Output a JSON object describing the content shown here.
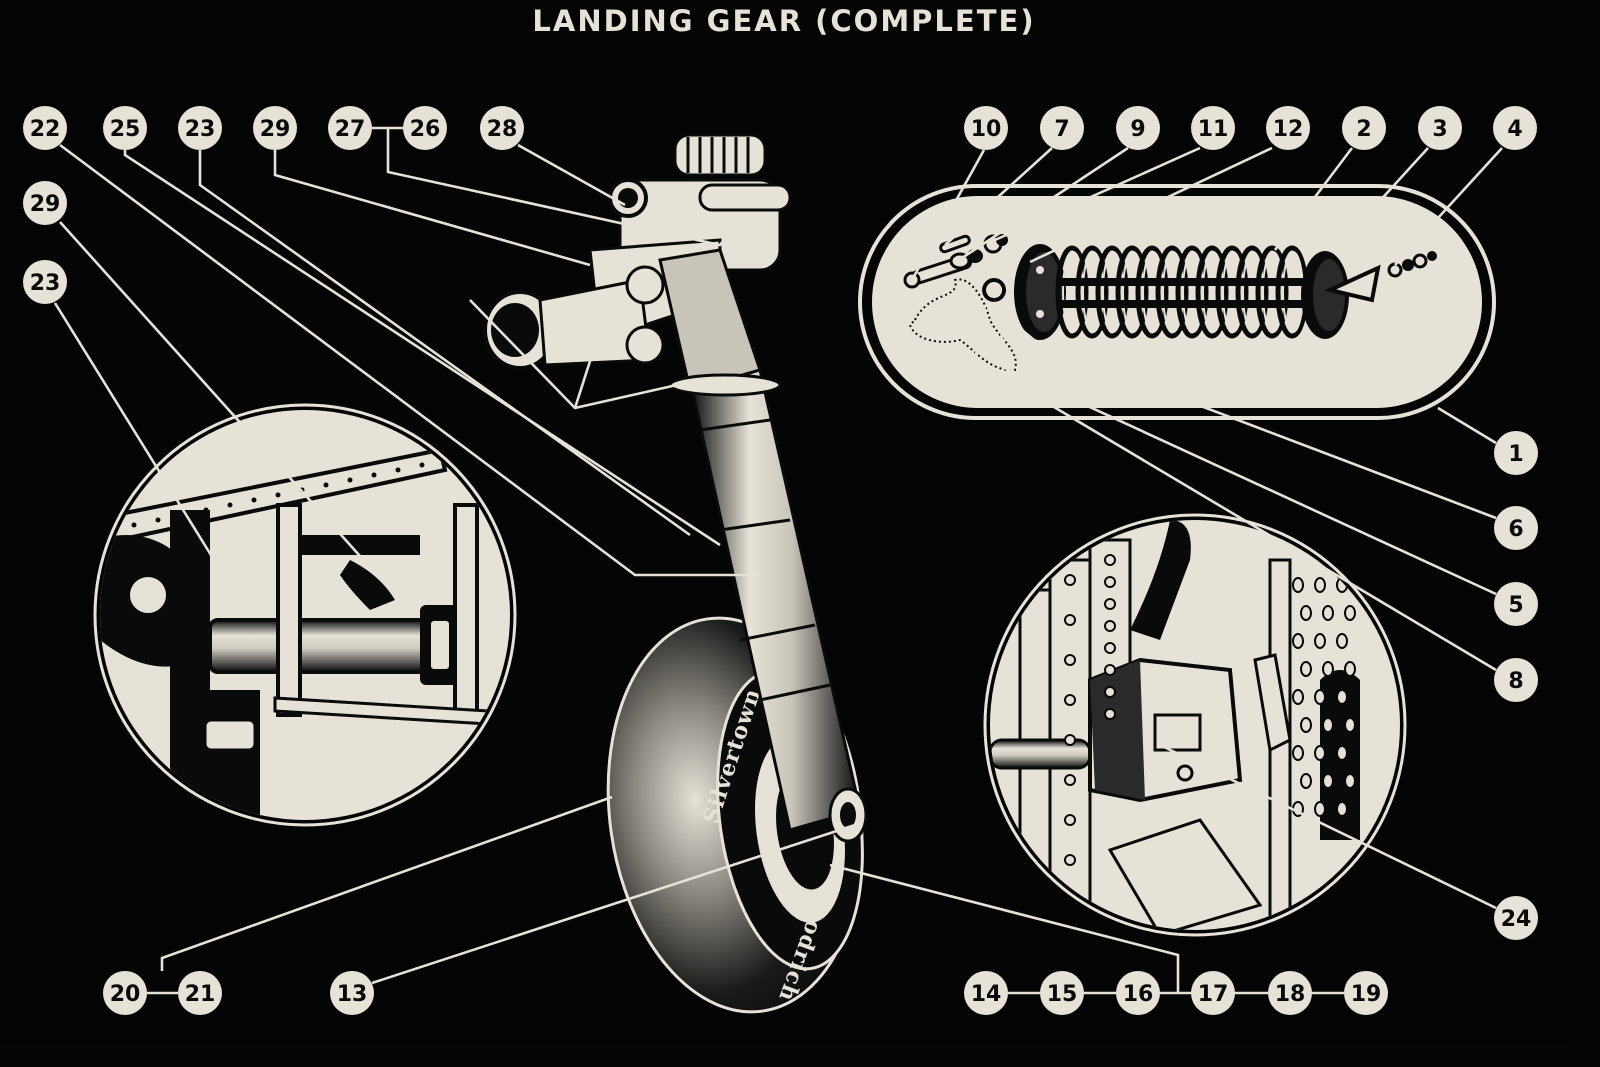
{
  "title": "LANDING GEAR (COMPLETE)",
  "colors": {
    "background": "#040404",
    "paper": "#e7e2d8",
    "ink": "#0a0a0a"
  },
  "illustrations": {
    "main_gear": {
      "name": "landing-gear-strut-and-wheel",
      "tire_brand": "Goodrich",
      "tire_model": "Silvertown"
    },
    "spring_assembly": {
      "name": "shock-spring-exploded-view"
    },
    "left_inset": {
      "name": "retraction-tube-inset"
    },
    "right_inset": {
      "name": "lock-mechanism-inset"
    }
  },
  "callouts": {
    "top_left": [
      {
        "id": "22",
        "label": "22"
      },
      {
        "id": "25",
        "label": "25"
      },
      {
        "id": "23a",
        "label": "23"
      },
      {
        "id": "29a",
        "label": "29"
      },
      {
        "id": "27",
        "label": "27"
      },
      {
        "id": "26",
        "label": "26"
      },
      {
        "id": "28",
        "label": "28"
      }
    ],
    "left_column": [
      {
        "id": "29b",
        "label": "29"
      },
      {
        "id": "23b",
        "label": "23"
      }
    ],
    "top_right": [
      {
        "id": "10",
        "label": "10"
      },
      {
        "id": "7",
        "label": "7"
      },
      {
        "id": "9",
        "label": "9"
      },
      {
        "id": "11",
        "label": "11"
      },
      {
        "id": "12",
        "label": "12"
      },
      {
        "id": "2",
        "label": "2"
      },
      {
        "id": "3",
        "label": "3"
      },
      {
        "id": "4",
        "label": "4"
      }
    ],
    "right_column": [
      {
        "id": "1",
        "label": "1"
      },
      {
        "id": "6",
        "label": "6"
      },
      {
        "id": "5",
        "label": "5"
      },
      {
        "id": "8",
        "label": "8"
      },
      {
        "id": "24",
        "label": "24"
      }
    ],
    "bottom_left": [
      {
        "id": "20",
        "label": "20"
      },
      {
        "id": "21",
        "label": "21"
      },
      {
        "id": "13",
        "label": "13"
      }
    ],
    "bottom_right": [
      {
        "id": "14",
        "label": "14"
      },
      {
        "id": "15",
        "label": "15"
      },
      {
        "id": "16",
        "label": "16"
      },
      {
        "id": "17",
        "label": "17"
      },
      {
        "id": "18",
        "label": "18"
      },
      {
        "id": "19",
        "label": "19"
      }
    ]
  }
}
